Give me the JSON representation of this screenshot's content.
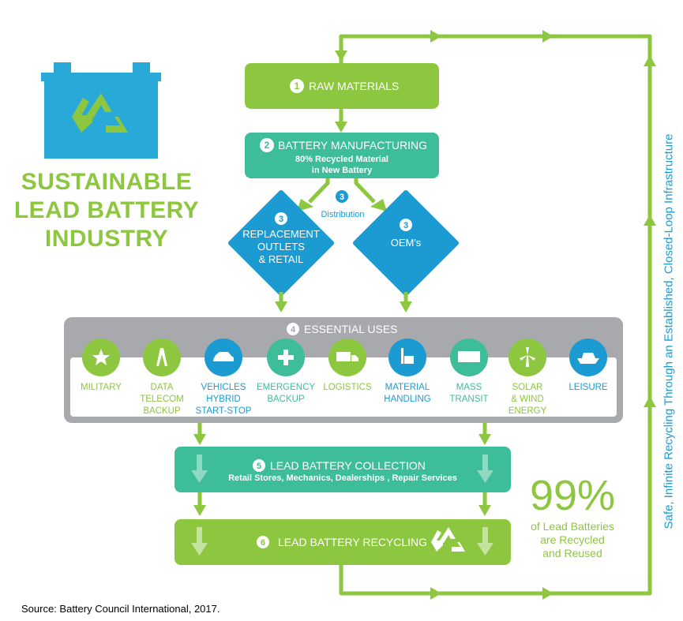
{
  "title_lines": [
    "SUSTAINABLE",
    "LEAD BATTERY",
    "INDUSTRY"
  ],
  "steps": {
    "raw": {
      "num": "1",
      "label": "RAW MATERIALS"
    },
    "manufacturing": {
      "num": "2",
      "label": "BATTERY MANUFACTURING",
      "sub1": "80% Recycled Material",
      "sub2": "in New Battery"
    },
    "distribution": {
      "num": "3",
      "label": "Distribution"
    },
    "replacement": {
      "num": "3",
      "lines": [
        "REPLACEMENT",
        "OUTLETS",
        "& RETAIL"
      ]
    },
    "oem": {
      "num": "3",
      "label": "OEM's"
    },
    "uses": {
      "num": "4",
      "label": "ESSENTIAL USES"
    },
    "collection": {
      "num": "5",
      "label": "LEAD BATTERY COLLECTION",
      "sub": "Retail Stores, Mechanics, Dealerships , Repair Services"
    },
    "recycling": {
      "num": "6",
      "label": "LEAD BATTERY RECYCLING"
    }
  },
  "uses": [
    {
      "icon": "star-icon",
      "lines": [
        "MILITARY"
      ]
    },
    {
      "icon": "tower-icon",
      "lines": [
        "DATA",
        "TELECOM",
        "BACKUP"
      ]
    },
    {
      "icon": "car-icon",
      "lines": [
        "VEHICLES",
        "HYBRID",
        "START-STOP"
      ]
    },
    {
      "icon": "cross-icon",
      "lines": [
        "EMERGENCY",
        "BACKUP"
      ]
    },
    {
      "icon": "truck-icon",
      "lines": [
        "LOGISTICS"
      ]
    },
    {
      "icon": "forklift-icon",
      "lines": [
        "MATERIAL",
        "HANDLING"
      ]
    },
    {
      "icon": "bus-icon",
      "lines": [
        "MASS",
        "TRANSIT"
      ]
    },
    {
      "icon": "wind-turbine-icon",
      "lines": [
        "SOLAR",
        "& WIND",
        "ENERGY"
      ]
    },
    {
      "icon": "boat-icon",
      "lines": [
        "LEISURE"
      ]
    }
  ],
  "stat": {
    "value": "99%",
    "lines": [
      "of Lead Batteries",
      "are Recycled",
      "and Reused"
    ]
  },
  "loop_label": "Safe, Infinite Recycling Through an Established, Closed-Loop Infrastructure",
  "source": "Source: Battery Council International, 2017.",
  "colors": {
    "lime": "#8dc63f",
    "teal": "#3dbd9a",
    "blue": "#1b9bd1",
    "gray": "#a7a9ac",
    "battery_blue": "#29a9d8"
  }
}
